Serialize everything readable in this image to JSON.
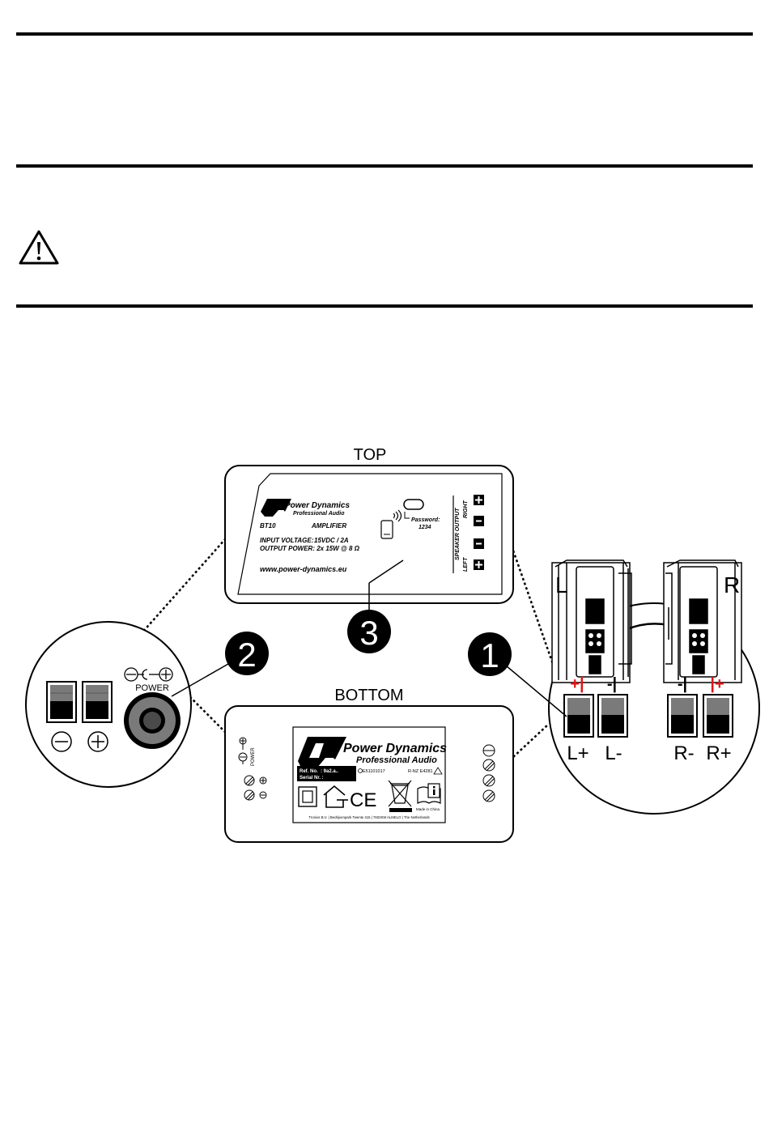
{
  "labels": {
    "top": "TOP",
    "bottom": "BOTTOM",
    "power": "POWER",
    "callouts": [
      "1",
      "2",
      "3"
    ]
  },
  "top_panel": {
    "brand": "Power Dynamics",
    "brand_sub": "Professional Audio",
    "model": "BT10",
    "type": "AMPLIFIER",
    "input_voltage_label": "INPUT VOLTAGE:",
    "input_voltage_value": "15VDC / 2A",
    "output_power": "OUTPUT POWER: 2x 15W @ 8 Ω",
    "website": "www.power-dynamics.eu",
    "password_label": "Password:",
    "password_value": "1234",
    "speaker_output": "SPEAKER OUTPUT",
    "right": "RIGHT",
    "left": "LEFT"
  },
  "bottom_panel": {
    "brand": "Power Dynamics",
    "brand_sub": "Professional Audio",
    "ref_label": "Ref. No.",
    "ref_value": ": 9a2.a..",
    "serial_label": "Serial Nr. :",
    "cert_code": "E51101017",
    "rnz_code": "R-NZ E4281",
    "ce_mark": "CE",
    "manual_label": "Made in China",
    "company_line": "Tronios B.V. | Bedrijvenpark Twente 415 | 7602KM ALMELO | The Netherlands",
    "power_vertical": "POWER"
  },
  "speakers": {
    "left_letter": "L",
    "right_letter": "R",
    "term_labels": [
      "L+",
      "L-",
      "R-",
      "R+"
    ],
    "polarity_marks": [
      "+|",
      "-|",
      "-|",
      "|+"
    ]
  },
  "colors": {
    "red": "#e0161b",
    "black": "#000000",
    "gray": "#7a7a7a"
  },
  "icons": [
    "warning-icon",
    "bluetooth-signal-icon",
    "phone-icon",
    "house-icon",
    "weee-bin-icon",
    "manual-icon"
  ]
}
